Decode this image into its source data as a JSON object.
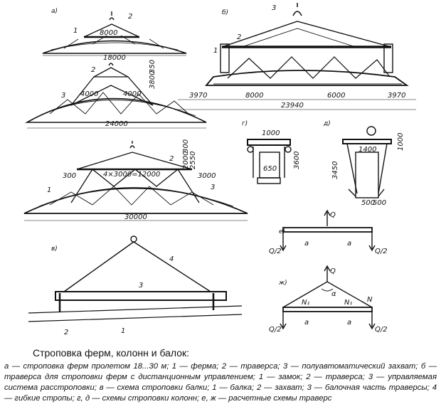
{
  "figure": {
    "panels": {
      "a": "а)",
      "b": "б)",
      "v": "в)",
      "g": "г)",
      "d": "д)",
      "e": "е)",
      "zh": "ж)"
    },
    "callouts": {
      "n1": "1",
      "n2": "2",
      "n3": "3",
      "n4": "4"
    },
    "dims": {
      "a_traverse": "8000",
      "a_span": "18000",
      "a2_left": "4000",
      "a2_right": "4000",
      "a2_h1": "350",
      "a2_h2": "3800",
      "a2_span": "24000",
      "a3_h1": "300",
      "a3_h2": "2000",
      "a3_h3": "2550",
      "a3_left": "300",
      "a3_mid": "4×3000=12000",
      "a3_right": "3000",
      "a3_span": "30000",
      "b_seg1": "3970",
      "b_seg2": "8000",
      "b_seg3": "6000",
      "b_seg4": "3970",
      "b_total": "23940",
      "g_top": "1000",
      "g_inner": "650",
      "g_height": "3600",
      "d_top": "1400",
      "d_h1": "1000",
      "d_height": "3450",
      "d_b1": "500",
      "d_b2": "500"
    },
    "forces": {
      "Q": "Q",
      "Q2": "Q/2",
      "a": "a",
      "N": "N",
      "N1": "N₁",
      "alpha": "α"
    }
  },
  "caption": {
    "title": "Строповка ферм, колонн и балок:",
    "text": "а — строповка ферм пролетом 18...30 м; 1 — ферма; 2 — траверса; 3 — полуавтоматический захват; б — траверса для строповки ферм с дистанционным управлением; 1 — замок; 2 — траверса; 3 — управляемая система расстроповки; в — схема строповки балки; 1 — балка; 2 — захват; 3 — балочная часть траверсы; 4 — гибкие стропы; г, д — схемы строповки колонн; е, ж — расчетные схемы траверс"
  }
}
